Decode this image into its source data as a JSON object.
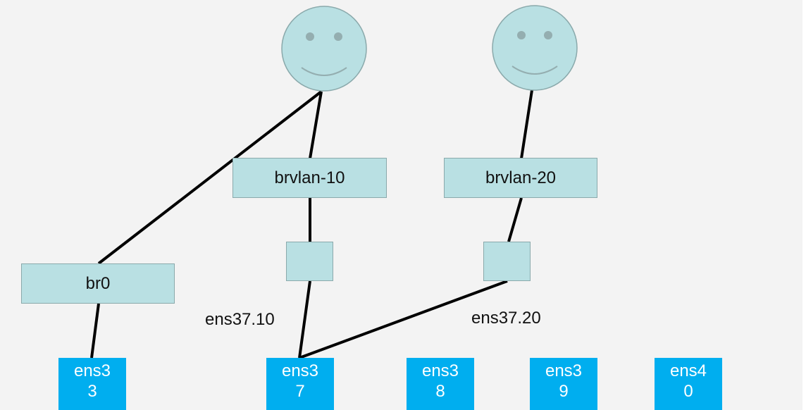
{
  "bridges": {
    "br0": "br0",
    "brvlan10": "brvlan-10",
    "brvlan20": "brvlan-20"
  },
  "vlan_labels": {
    "ens37_10": "ens37.10",
    "ens37_20": "ens37.20"
  },
  "interfaces": [
    {
      "line1": "ens3",
      "line2": "3"
    },
    {
      "line1": "ens3",
      "line2": "7"
    },
    {
      "line1": "ens3",
      "line2": "8"
    },
    {
      "line1": "ens3",
      "line2": "9"
    },
    {
      "line1": "ens4",
      "line2": "0"
    }
  ],
  "colors": {
    "background": "#f3f3f3",
    "bridge_fill": "#b9e0e3",
    "face_fill": "#b9e0e3",
    "interface_fill": "#00aeef",
    "link": "#000000"
  },
  "icons": [
    "user-face-icon",
    "user-face-icon"
  ]
}
